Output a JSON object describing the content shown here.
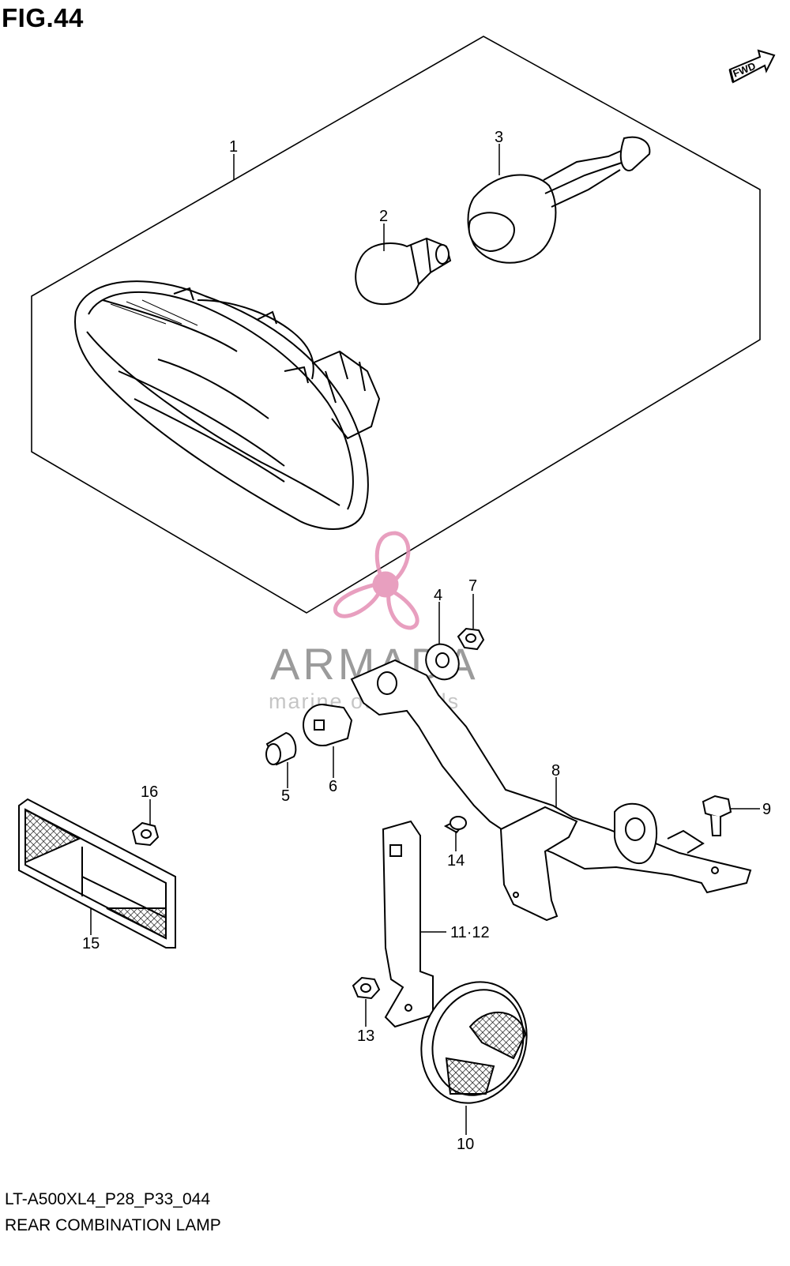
{
  "figure": {
    "title": "FIG.44",
    "model_code": "LT-A500XL4_P28_P33_044",
    "section_name": "REAR COMBINATION LAMP",
    "direction_badge": "FWD"
  },
  "watermark": {
    "name": "ARMADA",
    "subtitle": "marine outboards",
    "logo_icon": "propeller-icon",
    "logo_color": "#e48fb5"
  },
  "callouts": [
    {
      "id": "1",
      "label": "1"
    },
    {
      "id": "2",
      "label": "2"
    },
    {
      "id": "3",
      "label": "3"
    },
    {
      "id": "4",
      "label": "4"
    },
    {
      "id": "5",
      "label": "5"
    },
    {
      "id": "6",
      "label": "6"
    },
    {
      "id": "7",
      "label": "7"
    },
    {
      "id": "8",
      "label": "8"
    },
    {
      "id": "9",
      "label": "9"
    },
    {
      "id": "10",
      "label": "10"
    },
    {
      "id": "11-12",
      "label": "11·12"
    },
    {
      "id": "13",
      "label": "13"
    },
    {
      "id": "14",
      "label": "14"
    },
    {
      "id": "15",
      "label": "15"
    },
    {
      "id": "16",
      "label": "16"
    }
  ]
}
